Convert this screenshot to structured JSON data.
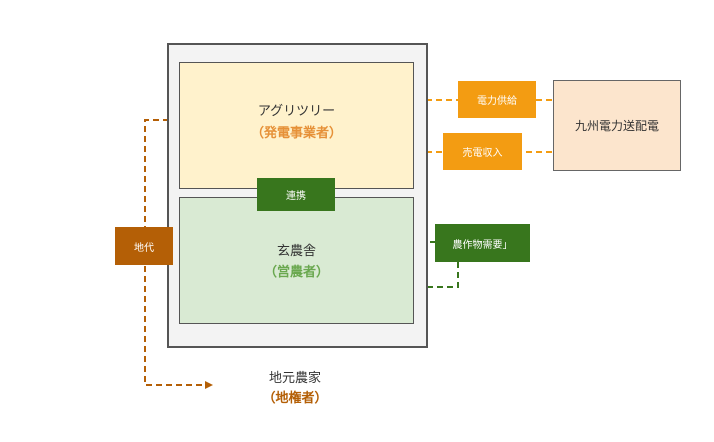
{
  "agri": {
    "name": "アグリツリー",
    "role": "（発電事業者）"
  },
  "genno": {
    "name": "玄農舎",
    "role": "（営農者）"
  },
  "landowner": {
    "name": "地元農家",
    "role": "（地権者）"
  },
  "kyuden": {
    "name": "九州電力送配電"
  },
  "labels": {
    "power_supply": "電力供給",
    "sales_income": "売電収入",
    "cooperation": "連携",
    "land_rent": "地代",
    "crop_demand": "農作物需要」"
  },
  "colors": {
    "orange": "#f39c12",
    "green": "#38761d",
    "brown": "#b45f06",
    "agri_fill": "#fff2cc",
    "genno_fill": "#d9ead3",
    "kyuden_fill": "#fce5cd",
    "agri_role": "#e69138",
    "genno_role": "#6aa84f",
    "landowner_role": "#b45f06"
  }
}
